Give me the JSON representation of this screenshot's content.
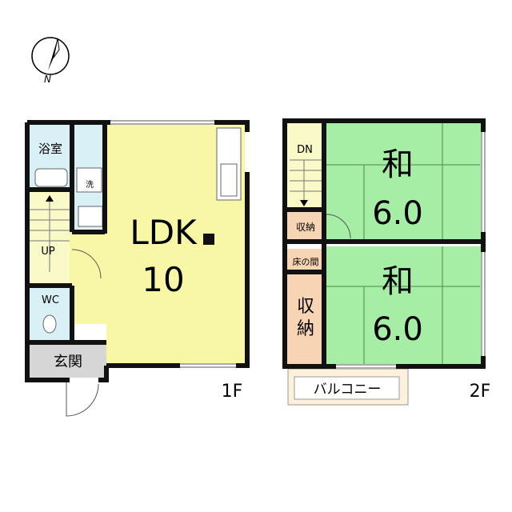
{
  "compass": {
    "north_label": "N"
  },
  "floor1": {
    "floor_label": "1F",
    "rooms": {
      "ldk_name": "LDK",
      "ldk_size": "10",
      "bath": "浴室",
      "washer": "洗",
      "stair": "UP",
      "wc": "WC",
      "entrance": "玄関"
    }
  },
  "floor2": {
    "floor_label": "2F",
    "rooms": {
      "stair": "DN",
      "storage_small": "収納",
      "tokonoma": "床の間",
      "storage_top": "収",
      "storage_bottom": "納",
      "washitsu_a_name": "和",
      "washitsu_a_size": "6.0",
      "washitsu_b_name": "和",
      "washitsu_b_size": "6.0",
      "balcony": "バルコニー"
    }
  },
  "colors": {
    "wall": "#111111",
    "ldk": "#f7f7a6",
    "wet": "#d8f0f6",
    "tatami": "#a6eda6",
    "storage": "#f7d4b3",
    "balcony": "#fdf1dc",
    "entrance": "#d6d6d6"
  }
}
